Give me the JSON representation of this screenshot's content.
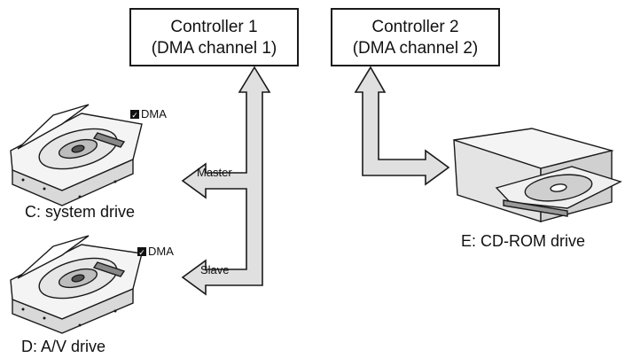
{
  "controllers": [
    {
      "line1": "Controller 1",
      "line2": "(DMA channel 1)"
    },
    {
      "line1": "Controller 2",
      "line2": "(DMA channel 2)"
    }
  ],
  "drives": [
    {
      "caption": "C: system drive",
      "dma_label": "DMA",
      "dma_checked": true,
      "link_label": "Master",
      "icon": "hard-disk-icon"
    },
    {
      "caption": "D: A/V drive",
      "dma_label": "DMA",
      "dma_checked": true,
      "link_label": "Slave",
      "icon": "hard-disk-icon"
    },
    {
      "caption": "E: CD-ROM drive",
      "icon": "cd-rom-drive-icon"
    }
  ],
  "colors": {
    "arrow_fill": "#e0e0e0",
    "stroke": "#1a1a1a"
  }
}
